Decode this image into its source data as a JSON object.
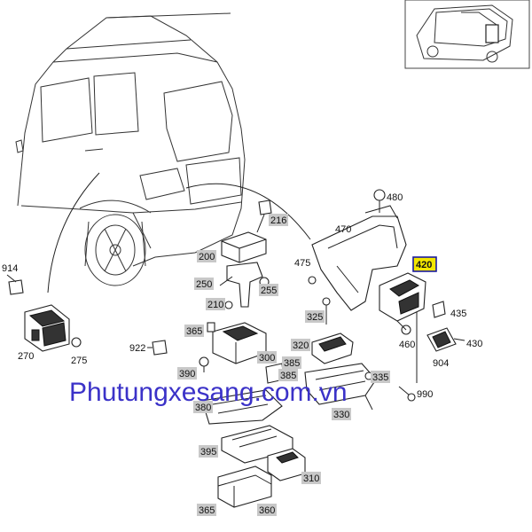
{
  "parts": {
    "p914": "914",
    "p270": "270",
    "p275": "275",
    "p922": "922",
    "p200": "200",
    "p216": "216",
    "p250": "250",
    "p210": "210",
    "p255": "255",
    "p365a": "365",
    "p300": "300",
    "p390": "390",
    "p385a": "385",
    "p380": "380",
    "p475": "475",
    "p470": "470",
    "p480": "480",
    "p420": "420",
    "p435": "435",
    "p430": "430",
    "p904": "904",
    "p325": "325",
    "p460": "460",
    "p320": "320",
    "p385b": "385",
    "p335": "335",
    "p330": "330",
    "p990": "990",
    "p395": "395",
    "p310": "310",
    "p365b": "365",
    "p360": "360"
  },
  "highlight_color": "#f2e600",
  "watermark": "Phutungxesang.com.vn"
}
